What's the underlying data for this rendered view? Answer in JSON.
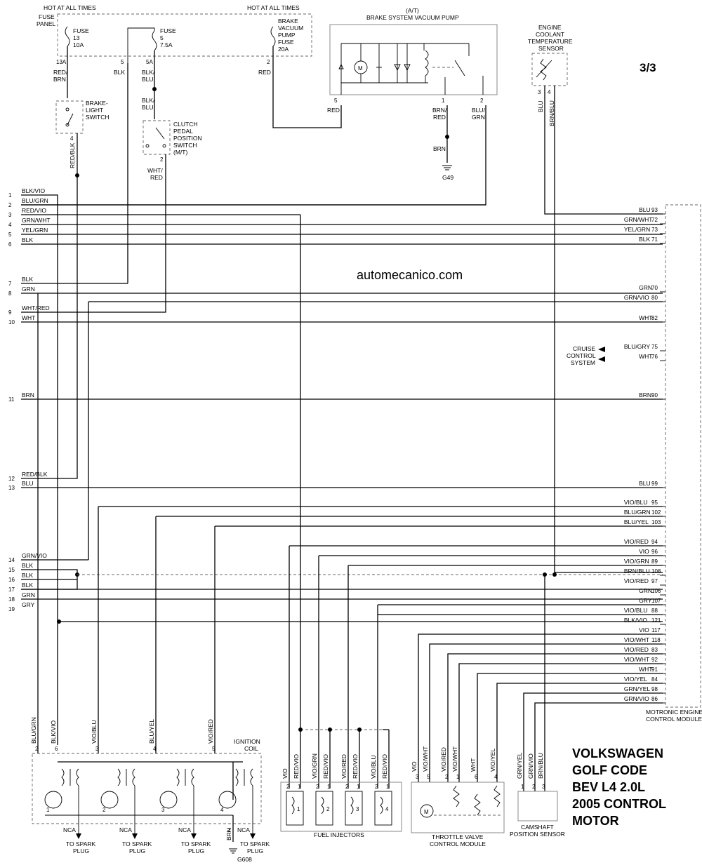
{
  "page_number": "3/3",
  "watermark": "automecanico.com",
  "title_lines": [
    "VOLKSWAGEN",
    "GOLF CODE",
    "BEV L4 2.0L",
    "2005 CONTROL",
    "MOTOR"
  ],
  "top": {
    "hot1": "HOT AT ALL TIMES",
    "hot2": "HOT AT ALL TIMES",
    "fuse_panel": [
      "FUSE",
      "PANEL"
    ],
    "fuse13": [
      "FUSE",
      "13",
      "10A"
    ],
    "fuse5": [
      "FUSE",
      "5",
      "7.5A"
    ],
    "vac_fuse": [
      "BRAKE",
      "VACUUM",
      "PUMP",
      "FUSE",
      "20A"
    ],
    "pin13a": "13A",
    "pin5": "5",
    "pin5a": "5A",
    "pin2": "2",
    "w_redbrn": [
      "RED/",
      "BRN"
    ],
    "w_blk": "BLK",
    "w_blkblu1": [
      "BLK/",
      "BLU"
    ],
    "w_blkblu2": [
      "BLK/",
      "BLU"
    ],
    "w_red": "RED",
    "brake_light": [
      "BRAKE-",
      "LIGHT",
      "SWITCH"
    ],
    "clutch": [
      "CLUTCH",
      "PEDAL",
      "POSITION",
      "SWITCH",
      "(M/T)"
    ],
    "w_redblk": "RED/BLK",
    "w_whtred": [
      "WHT/",
      "RED"
    ],
    "pin4": "4",
    "pin2b": "2",
    "vac_pump": [
      "(A/T)",
      "BRAKE SYSTEM VACUUM PUMP"
    ],
    "vp_pin5": "5",
    "vp_pin1": "1",
    "vp_pin2": "2",
    "vp_red": "RED",
    "vp_brnred": [
      "BRN/",
      "RED"
    ],
    "vp_blugrn": [
      "BLU/",
      "GRN"
    ],
    "vp_brn": "BRN",
    "g49": "G49",
    "ect": [
      "ENGINE",
      "COOLANT",
      "TEMPERATURE",
      "SENSOR"
    ],
    "ect_pin3": "3",
    "ect_pin4": "4",
    "ect_blu": "BLU",
    "ect_brnblu": "BRN/BLU",
    "ecm": [
      "MOTRONIC ENGINE",
      "CONTROL MODULE"
    ],
    "cruise": [
      "CRUISE",
      "CONTROL",
      "SYSTEM"
    ]
  },
  "left_wires": [
    {
      "n": "1",
      "c": "BLK/VIO"
    },
    {
      "n": "2",
      "c": "BLU/GRN"
    },
    {
      "n": "3",
      "c": "RED/VIO"
    },
    {
      "n": "4",
      "c": "GRN/WHT"
    },
    {
      "n": "5",
      "c": "YEL/GRN"
    },
    {
      "n": "6",
      "c": "BLK"
    },
    {
      "n": "7",
      "c": "BLK"
    },
    {
      "n": "8",
      "c": "GRN"
    },
    {
      "n": "9",
      "c": "WHT/RED"
    },
    {
      "n": "10",
      "c": "WHT"
    },
    {
      "n": "11",
      "c": "BRN"
    },
    {
      "n": "12",
      "c": "RED/BLK"
    },
    {
      "n": "13",
      "c": "BLU"
    },
    {
      "n": "14",
      "c": "GRN/VIO"
    },
    {
      "n": "15",
      "c": "BLK"
    },
    {
      "n": "16",
      "c": "BLK"
    },
    {
      "n": "17",
      "c": "BLK"
    },
    {
      "n": "18",
      "c": "GRN"
    },
    {
      "n": "19",
      "c": "GRY"
    }
  ],
  "right_pins": [
    {
      "p": "93",
      "c": "BLU"
    },
    {
      "p": "72",
      "c": "GRN/WHT"
    },
    {
      "p": "73",
      "c": "YEL/GRN"
    },
    {
      "p": "71",
      "c": "BLK"
    },
    {
      "p": "70",
      "c": "GRN"
    },
    {
      "p": "80",
      "c": "GRN/VIO"
    },
    {
      "p": "82",
      "c": "WHT"
    },
    {
      "p": "75",
      "c": "BLU/GRY"
    },
    {
      "p": "76",
      "c": "WHT"
    },
    {
      "p": "90",
      "c": "BRN"
    },
    {
      "p": "99",
      "c": "BLU"
    },
    {
      "p": "95",
      "c": "VIO/BLU"
    },
    {
      "p": "102",
      "c": "BLU/GRN"
    },
    {
      "p": "103",
      "c": "BLU/YEL"
    },
    {
      "p": "94",
      "c": "VIO/RED"
    },
    {
      "p": "96",
      "c": "VIO"
    },
    {
      "p": "89",
      "c": "VIO/GRN"
    },
    {
      "p": "108",
      "c": "BRN/BLU"
    },
    {
      "p": "97",
      "c": "VIO/RED"
    },
    {
      "p": "106",
      "c": "GRN"
    },
    {
      "p": "107",
      "c": "GRY"
    },
    {
      "p": "88",
      "c": "VIO/BLU"
    },
    {
      "p": "121",
      "c": "BLK/VIO"
    },
    {
      "p": "117",
      "c": "VIO"
    },
    {
      "p": "118",
      "c": "VIO/WHT"
    },
    {
      "p": "83",
      "c": "VIO/RED"
    },
    {
      "p": "92",
      "c": "VIO/WHT"
    },
    {
      "p": "91",
      "c": "WHT"
    },
    {
      "p": "84",
      "c": "VIO/YEL"
    },
    {
      "p": "98",
      "c": "GRN/YEL"
    },
    {
      "p": "86",
      "c": "GRN/VIO"
    }
  ],
  "bottom": {
    "ign_label": [
      "IGNITION",
      "COIL"
    ],
    "coil_wires": [
      {
        "p": "2",
        "c": "BLU/GRN"
      },
      {
        "p": "6",
        "c": "BLK/VIO"
      },
      {
        "p": "3",
        "c": "VIO/BLU"
      },
      {
        "p": "4",
        "c": "BLU/YEL"
      },
      {
        "p": "5",
        "c": "VIO/RED"
      }
    ],
    "coil_nums": [
      "1",
      "2",
      "3",
      "4"
    ],
    "nca": "NCA",
    "spark": [
      "TO SPARK",
      "PLUG"
    ],
    "g608": "G608",
    "g608_pin": "1",
    "g608_wire": "BRN",
    "inj_label": "FUEL INJECTORS",
    "inj_wires": [
      {
        "p": "2",
        "c": "VIO"
      },
      {
        "p": "1",
        "c": "RED/VIO"
      },
      {
        "p": "2",
        "c": "VIO/GRN"
      },
      {
        "p": "1",
        "c": "RED/VIO"
      },
      {
        "p": "2",
        "c": "VIO/RED"
      },
      {
        "p": "1",
        "c": "RED/VIO"
      },
      {
        "p": "2",
        "c": "VIO/BLU"
      },
      {
        "p": "1",
        "c": "RED/VIO"
      }
    ],
    "inj_nums": [
      "1",
      "2",
      "3",
      "4"
    ],
    "tv_label": [
      "THROTTLE VALVE",
      "CONTROL MODULE"
    ],
    "tv_wires": [
      {
        "p": "3",
        "c": "VIO"
      },
      {
        "p": "5",
        "c": "VIO/WHT"
      },
      {
        "p": "2",
        "c": "VIO/RED"
      },
      {
        "p": "1",
        "c": "VIO/WHT"
      },
      {
        "p": "6",
        "c": "WHT"
      },
      {
        "p": "4",
        "c": "VIO/YEL"
      }
    ],
    "cam_label": [
      "CAMSHAFT",
      "POSITION SENSOR"
    ],
    "cam_wires": [
      {
        "p": "1",
        "c": "GRN/YEL"
      },
      {
        "p": "2",
        "c": "GRN/VIO"
      },
      {
        "p": "3",
        "c": "BRN/BLU"
      }
    ]
  }
}
